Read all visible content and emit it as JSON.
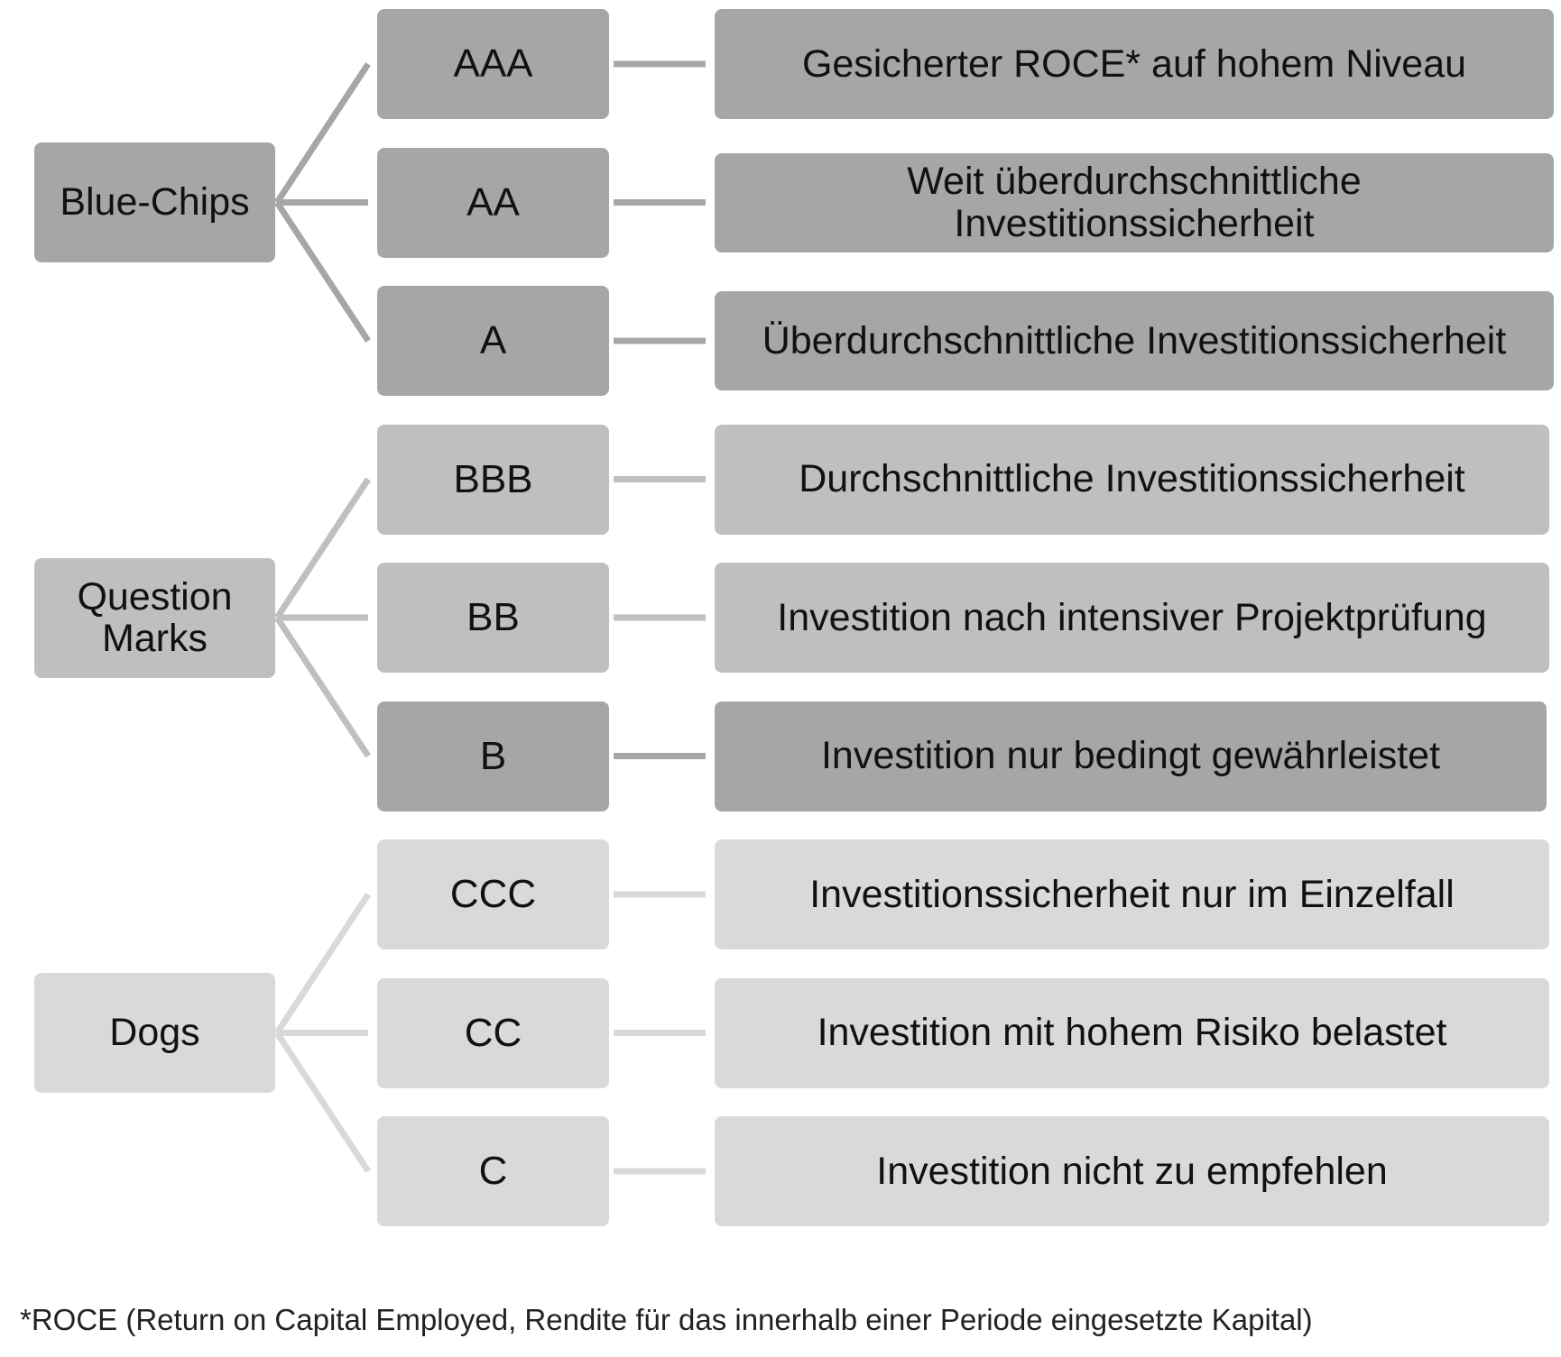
{
  "groups": [
    {
      "label": "Blue-Chips",
      "color": "#a6a6a6",
      "items": [
        {
          "rating": "AAA",
          "description": "Gesicherter ROCE* auf hohem Niveau"
        },
        {
          "rating": "AA",
          "description": "Weit überdurchschnittliche\nInvestitionssicherheit"
        },
        {
          "rating": "A",
          "description": "Überdurchschnittliche  Investitionssicherheit"
        }
      ]
    },
    {
      "label": "Question\nMarks",
      "color": "#bfbfbf",
      "items": [
        {
          "rating": "BBB",
          "description": "Durchschnittliche  Investitionssicherheit"
        },
        {
          "rating": "BB",
          "description": "Investition nach intensiver Projektprüfung"
        },
        {
          "rating": "B",
          "description": "Investition nur bedingt gewährleistet",
          "color": "#a6a6a6"
        }
      ]
    },
    {
      "label": "Dogs",
      "color": "#d9d9d9",
      "items": [
        {
          "rating": "CCC",
          "description": "Investitionssicherheit  nur im Einzelfall"
        },
        {
          "rating": "CC",
          "description": "Investition mit hohem Risiko belastet"
        },
        {
          "rating": "C",
          "description": "Investition nicht zu empfehlen"
        }
      ]
    }
  ],
  "footnote": "*ROCE (Return on Capital Employed, Rendite für das innerhalb einer Periode eingesetzte Kapital)"
}
